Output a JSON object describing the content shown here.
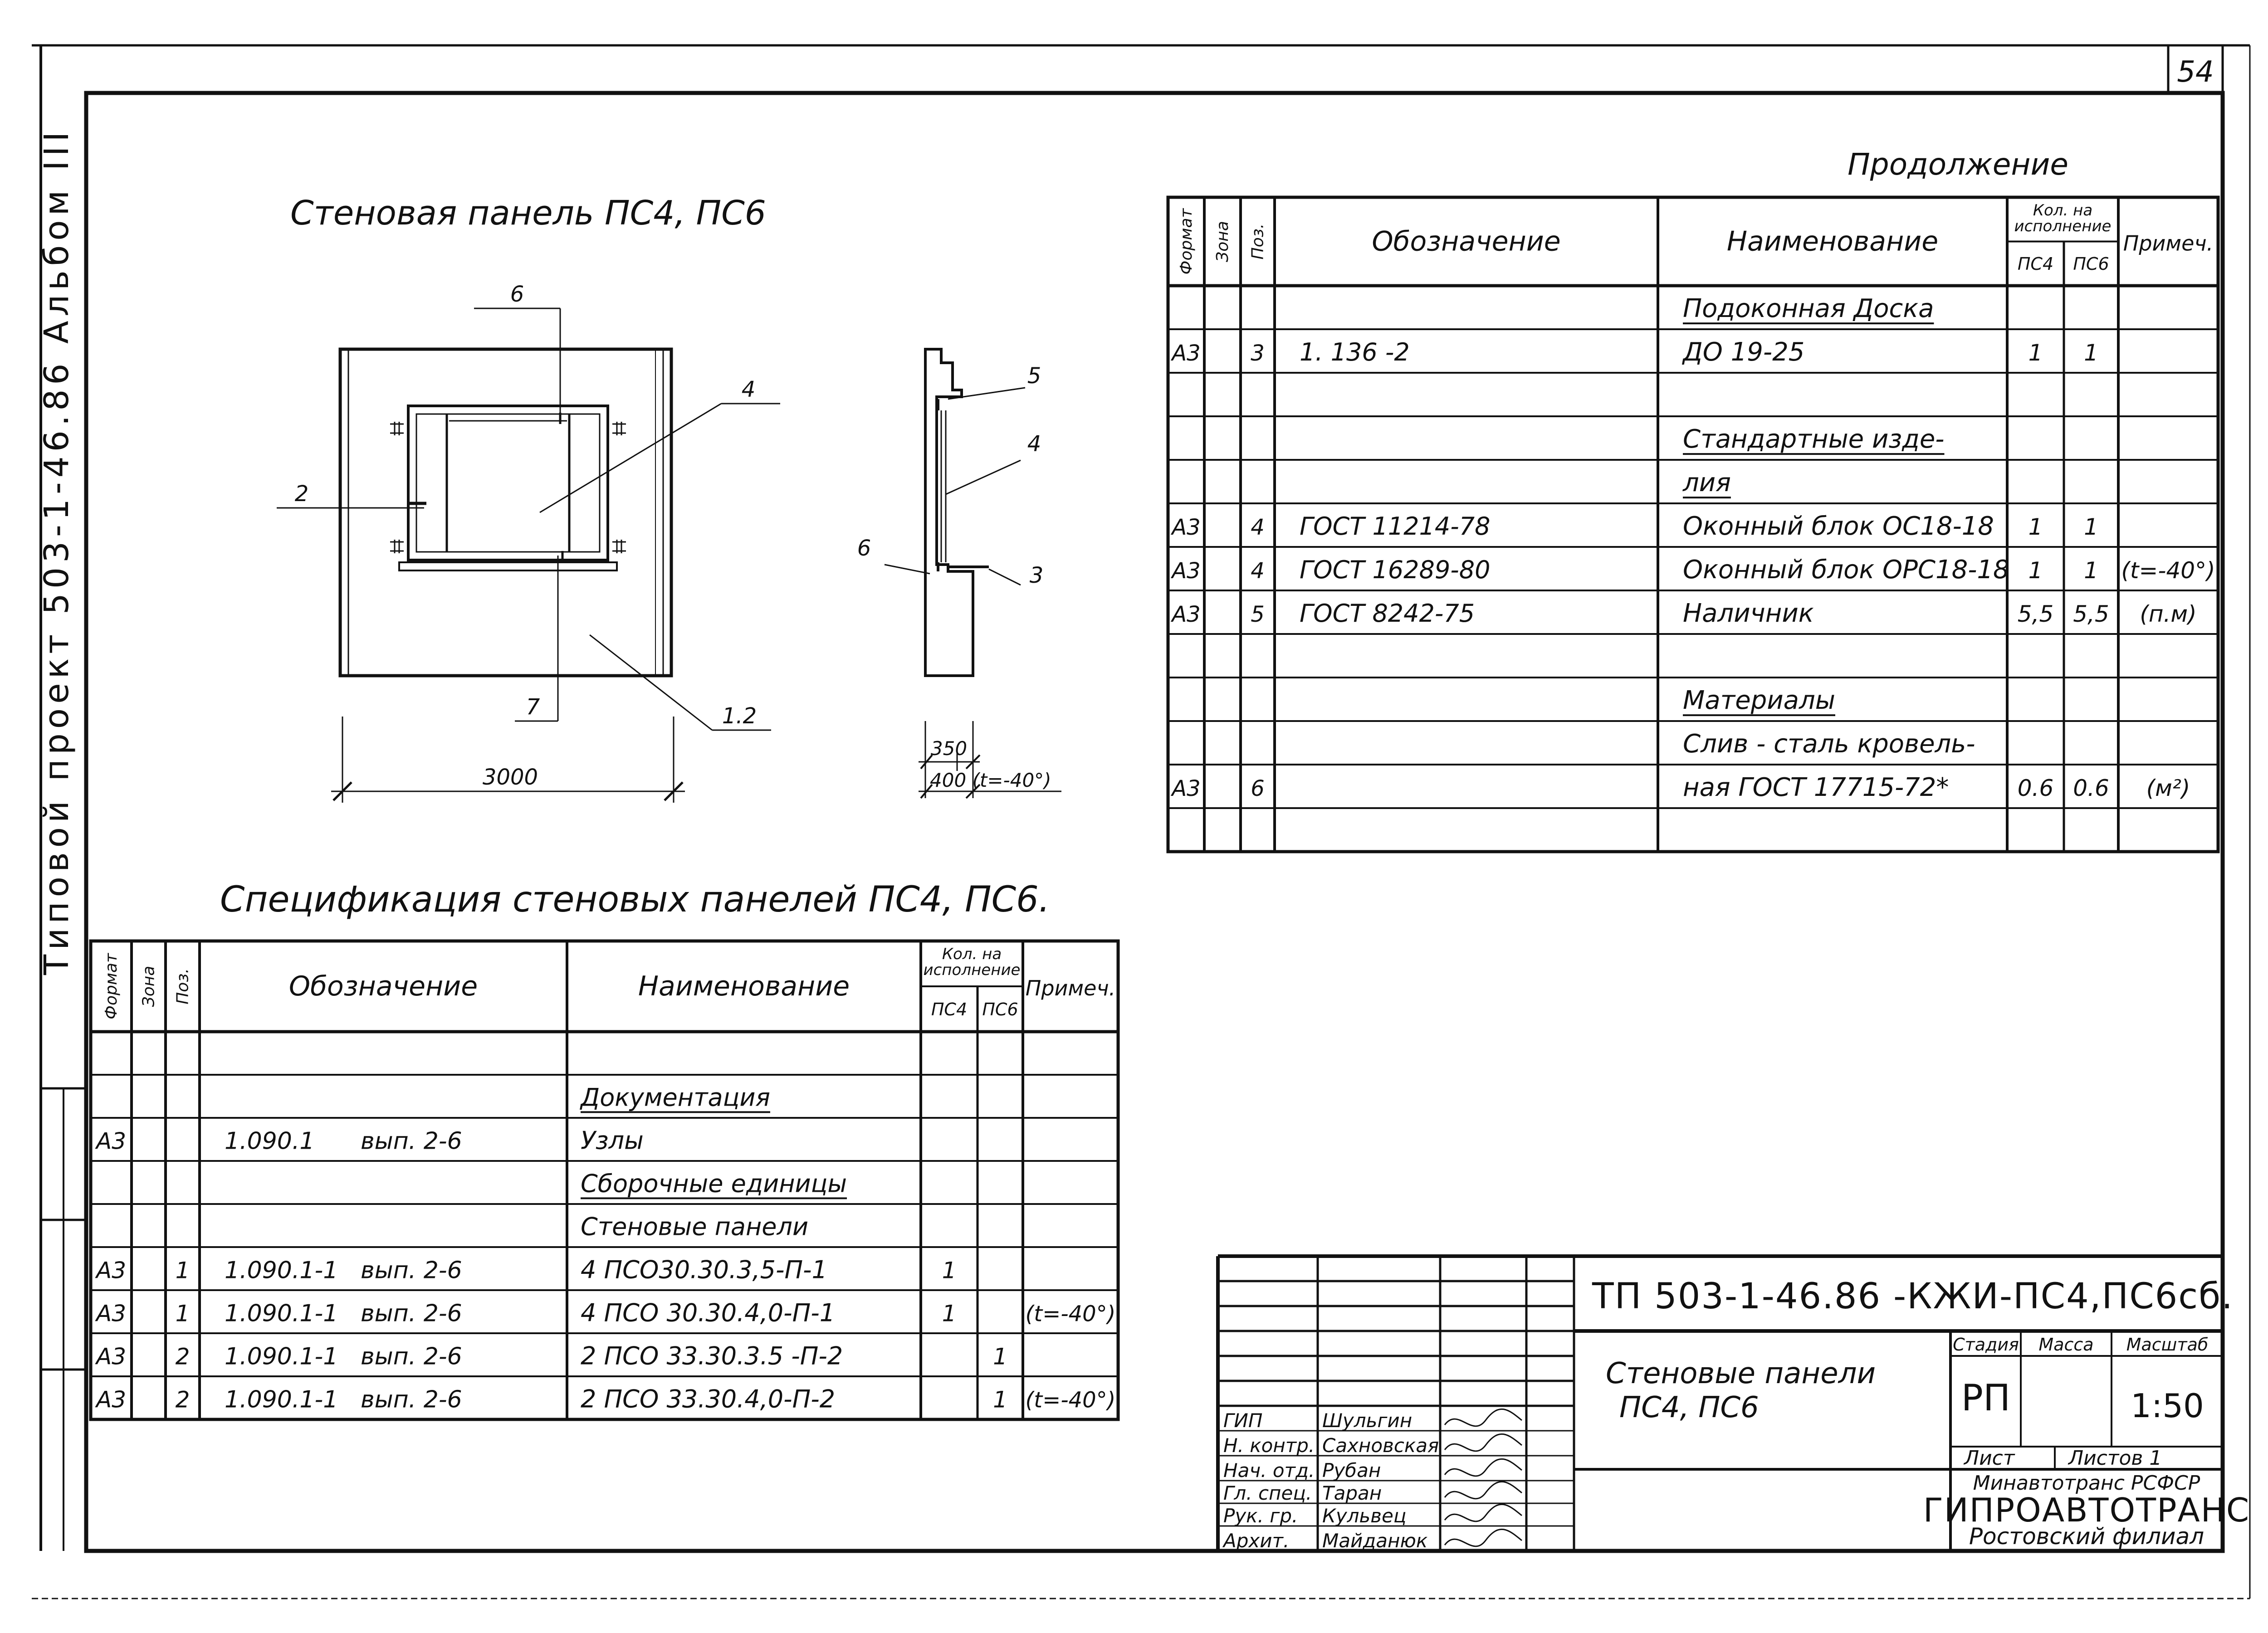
{
  "sheet_number": "54",
  "side_strip_text": "Типовой проект 503-1-46.86 Альбом III",
  "continuation_label": "Продолжение",
  "drawing_title": "Стеновая панель ПС4, ПС6",
  "drawing_labels": {
    "callouts": [
      "6",
      "4",
      "2",
      "7",
      "1.2"
    ],
    "width_dim": "3000",
    "section_callouts": [
      "5",
      "4",
      "6",
      "3"
    ],
    "section_dim_1": "350",
    "section_dim_2": "400 (t=-40°)"
  },
  "spec_title": "Спецификация стеновых панелей ПС4, ПС6.",
  "headers": {
    "format": "Формат",
    "zone": "Зона",
    "pos": "Поз.",
    "designation": "Обозначение",
    "name": "Наименование",
    "qty_group": "Кол. на исполнение",
    "ps4": "ПС4",
    "ps6": "ПС6",
    "note": "Примеч."
  },
  "right_table_rows": [
    {
      "format": "",
      "zone": "",
      "pos": "",
      "designation": "",
      "name": "Подоконная Доска",
      "ps4": "",
      "ps6": "",
      "note": "",
      "underline": true
    },
    {
      "format": "А3",
      "zone": "",
      "pos": "3",
      "designation": "1. 136 -2",
      "name": "ДО 19-25",
      "ps4": "1",
      "ps6": "1",
      "note": ""
    },
    {
      "format": "",
      "zone": "",
      "pos": "",
      "designation": "",
      "name": "",
      "ps4": "",
      "ps6": "",
      "note": ""
    },
    {
      "format": "",
      "zone": "",
      "pos": "",
      "designation": "",
      "name": "Стандартные изде-",
      "ps4": "",
      "ps6": "",
      "note": "",
      "underline": true
    },
    {
      "format": "",
      "zone": "",
      "pos": "",
      "designation": "",
      "name": "лия",
      "ps4": "",
      "ps6": "",
      "note": "",
      "underline": true
    },
    {
      "format": "А3",
      "zone": "",
      "pos": "4",
      "designation": "ГОСТ 11214-78",
      "name": "Оконный блок ОС18-18",
      "ps4": "1",
      "ps6": "1",
      "note": ""
    },
    {
      "format": "А3",
      "zone": "",
      "pos": "4",
      "designation": "ГОСТ 16289-80",
      "name": "Оконный блок ОРС18-18",
      "ps4": "1",
      "ps6": "1",
      "note": "(t=-40°)"
    },
    {
      "format": "А3",
      "zone": "",
      "pos": "5",
      "designation": "ГОСТ 8242-75",
      "name": "Наличник",
      "ps4": "5,5",
      "ps6": "5,5",
      "note": "(п.м)"
    },
    {
      "format": "",
      "zone": "",
      "pos": "",
      "designation": "",
      "name": "",
      "ps4": "",
      "ps6": "",
      "note": ""
    },
    {
      "format": "",
      "zone": "",
      "pos": "",
      "designation": "",
      "name": "Материалы",
      "ps4": "",
      "ps6": "",
      "note": "",
      "underline": true
    },
    {
      "format": "",
      "zone": "",
      "pos": "",
      "designation": "",
      "name": "Слив - сталь кровель-",
      "ps4": "",
      "ps6": "",
      "note": ""
    },
    {
      "format": "А3",
      "zone": "",
      "pos": "6",
      "designation": "",
      "name": "ная ГОСТ 17715-72*",
      "ps4": "0.6",
      "ps6": "0.6",
      "note": "(м²)"
    },
    {
      "format": "",
      "zone": "",
      "pos": "",
      "designation": "",
      "name": "",
      "ps4": "",
      "ps6": "",
      "note": ""
    }
  ],
  "left_table_rows": [
    {
      "format": "",
      "zone": "",
      "pos": "",
      "designation": "",
      "issue": "",
      "name": "",
      "ps4": "",
      "ps6": "",
      "note": ""
    },
    {
      "format": "",
      "zone": "",
      "pos": "",
      "designation": "",
      "issue": "",
      "name": "Документация",
      "ps4": "",
      "ps6": "",
      "note": "",
      "underline": true
    },
    {
      "format": "А3",
      "zone": "",
      "pos": "",
      "designation": "1.090.1",
      "issue": "вып. 2-6",
      "name": "Узлы",
      "ps4": "",
      "ps6": "",
      "note": ""
    },
    {
      "format": "",
      "zone": "",
      "pos": "",
      "designation": "",
      "issue": "",
      "name": "Сборочные единицы",
      "ps4": "",
      "ps6": "",
      "note": "",
      "underline": true
    },
    {
      "format": "",
      "zone": "",
      "pos": "",
      "designation": "",
      "issue": "",
      "name": "Стеновые панели",
      "ps4": "",
      "ps6": "",
      "note": ""
    },
    {
      "format": "А3",
      "zone": "",
      "pos": "1",
      "designation": "1.090.1-1",
      "issue": "вып. 2-6",
      "name": "4 ПСО30.30.3,5-П-1",
      "ps4": "1",
      "ps6": "",
      "note": ""
    },
    {
      "format": "А3",
      "zone": "",
      "pos": "1",
      "designation": "1.090.1-1",
      "issue": "вып. 2-6",
      "name": "4 ПСО 30.30.4,0-П-1",
      "ps4": "1",
      "ps6": "",
      "note": "(t=-40°)"
    },
    {
      "format": "А3",
      "zone": "",
      "pos": "2",
      "designation": "1.090.1-1",
      "issue": "вып. 2-6",
      "name": "2 ПСО 33.30.3.5 -П-2",
      "ps4": "",
      "ps6": "1",
      "note": ""
    },
    {
      "format": "А3",
      "zone": "",
      "pos": "2",
      "designation": "1.090.1-1",
      "issue": "вып. 2-6",
      "name": "2 ПСО 33.30.4,0-П-2",
      "ps4": "",
      "ps6": "1",
      "note": "(t=-40°)"
    }
  ],
  "title_block": {
    "code": "ТП 503-1-46.86 -КЖИ-ПС4,ПС6сб.",
    "drawing_name_1": "Стеновые панели",
    "drawing_name_2": "ПС4, ПС6",
    "stage_label": "Стадия",
    "mass_label": "Масса",
    "scale_label": "Масштаб",
    "stage": "РП",
    "mass": "",
    "scale": "1:50",
    "sheet_label": "Лист",
    "sheets_label": "Листов 1",
    "org_1": "Минавтотранс РСФСР",
    "org_2": "ГИПРОАВТОТРАНС",
    "org_3": "Ростовский филиал",
    "signatories": [
      {
        "role": "ГИП",
        "name": "Шульгин"
      },
      {
        "role": "Н. контр.",
        "name": "Сахновская"
      },
      {
        "role": "Нач. отд.",
        "name": "Рубан"
      },
      {
        "role": "Гл. спец.",
        "name": "Таран"
      },
      {
        "role": "Рук. гр.",
        "name": "Кульвец"
      },
      {
        "role": "Архит.",
        "name": "Майданюк"
      }
    ]
  }
}
